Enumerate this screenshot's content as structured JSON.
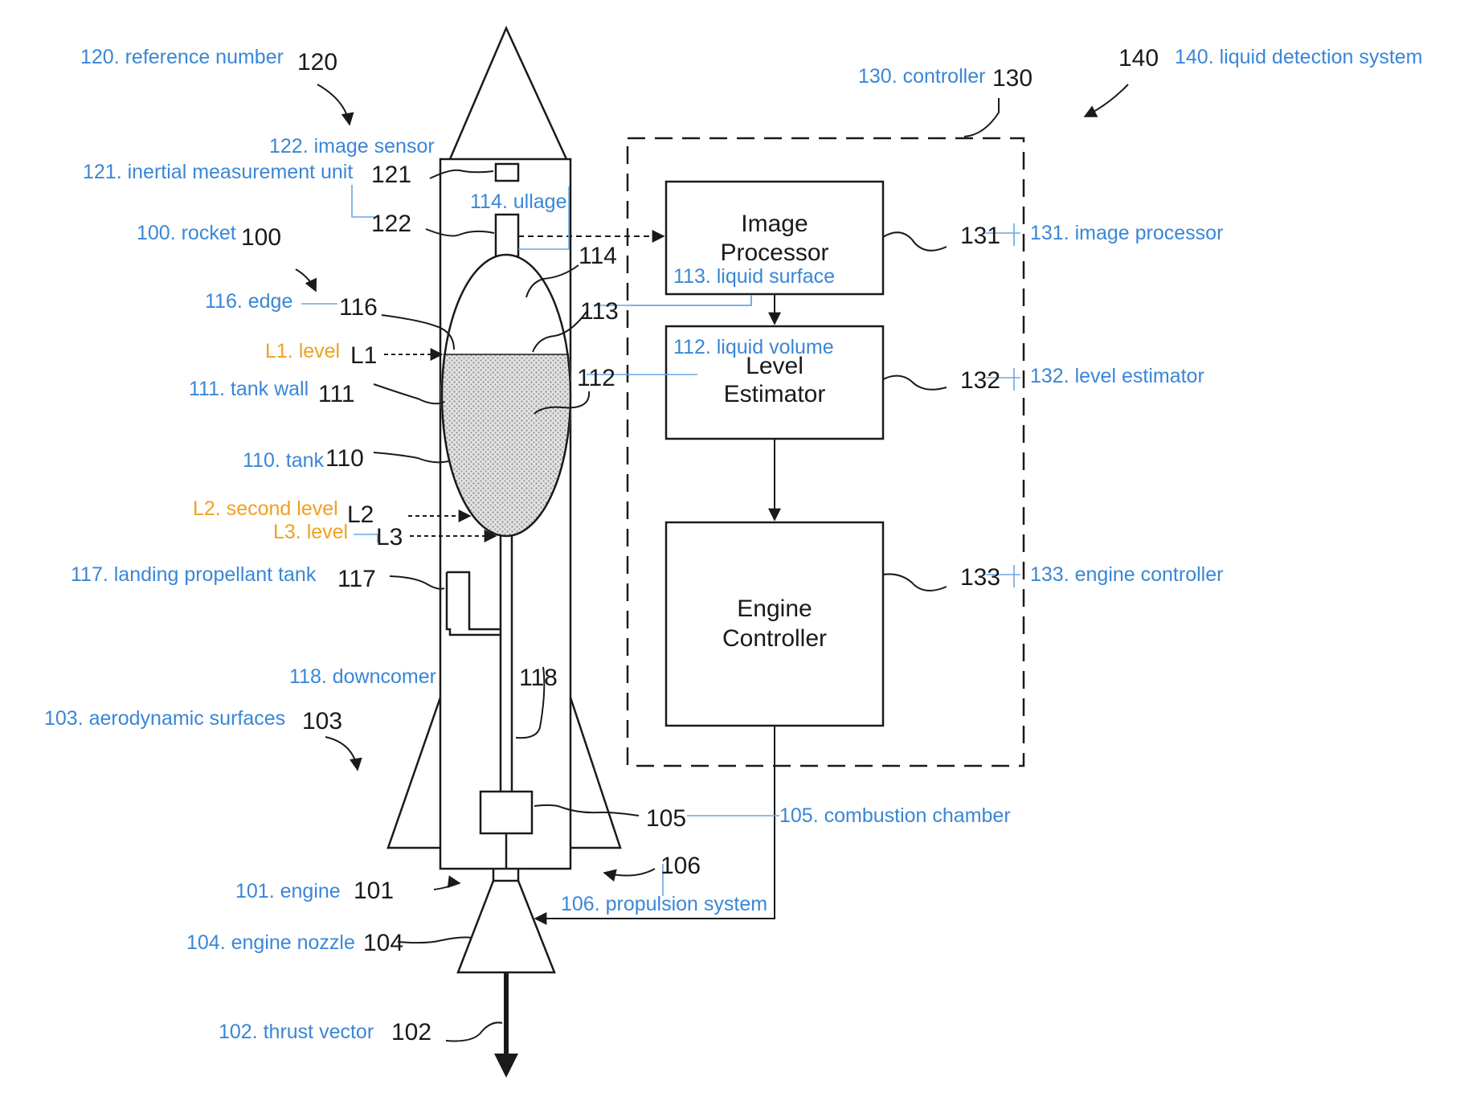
{
  "boxes": {
    "image_processor": [
      "Image",
      "Processor"
    ],
    "level_estimator": [
      "Level",
      "Estimator"
    ],
    "engine_controller": [
      "Engine",
      "Controller"
    ]
  },
  "numbers": {
    "n120": "120",
    "n130": "130",
    "n140": "140",
    "n121": "121",
    "n122": "122",
    "n100": "100",
    "n114": "114",
    "n113": "113",
    "n116": "116",
    "nL1": "L1",
    "n111": "111",
    "n112": "112",
    "n110": "110",
    "nL2": "L2",
    "nL3": "L3",
    "n117": "117",
    "n118": "118",
    "n103": "103",
    "n105": "105",
    "n106": "106",
    "n101": "101",
    "n104": "104",
    "n102": "102",
    "n131": "131",
    "n132": "132",
    "n133": "133"
  },
  "labels": {
    "l120": "120. reference number",
    "l130": "130. controller",
    "l140": "140. liquid detection system",
    "l122": "122. image sensor",
    "l121": "121. inertial measurement unit",
    "l114": "114. ullage",
    "l100": "100. rocket",
    "l131": "131. image processor",
    "l113": "113. liquid surface",
    "l116": "116. edge",
    "l1": "L1. level",
    "l112": "112. liquid volume",
    "l111": "111. tank wall",
    "l132": "132. level estimator",
    "l110": "110. tank",
    "l2": "L2. second level",
    "l3": "L3. level",
    "l117": "117. landing propellant tank",
    "l133": "133. engine controller",
    "l118": "118. downcomer",
    "l103": "103. aerodynamic surfaces",
    "l105": "105. combustion chamber",
    "l106": "106. propulsion system",
    "l101": "101. engine",
    "l104": "104. engine nozzle",
    "l102": "102. thrust vector"
  },
  "colors": {
    "ink": "#1a1a1a",
    "blue_label": "#3a86d6",
    "orange_label": "#f0a020",
    "liquid_fill": "#d4d4d4"
  }
}
